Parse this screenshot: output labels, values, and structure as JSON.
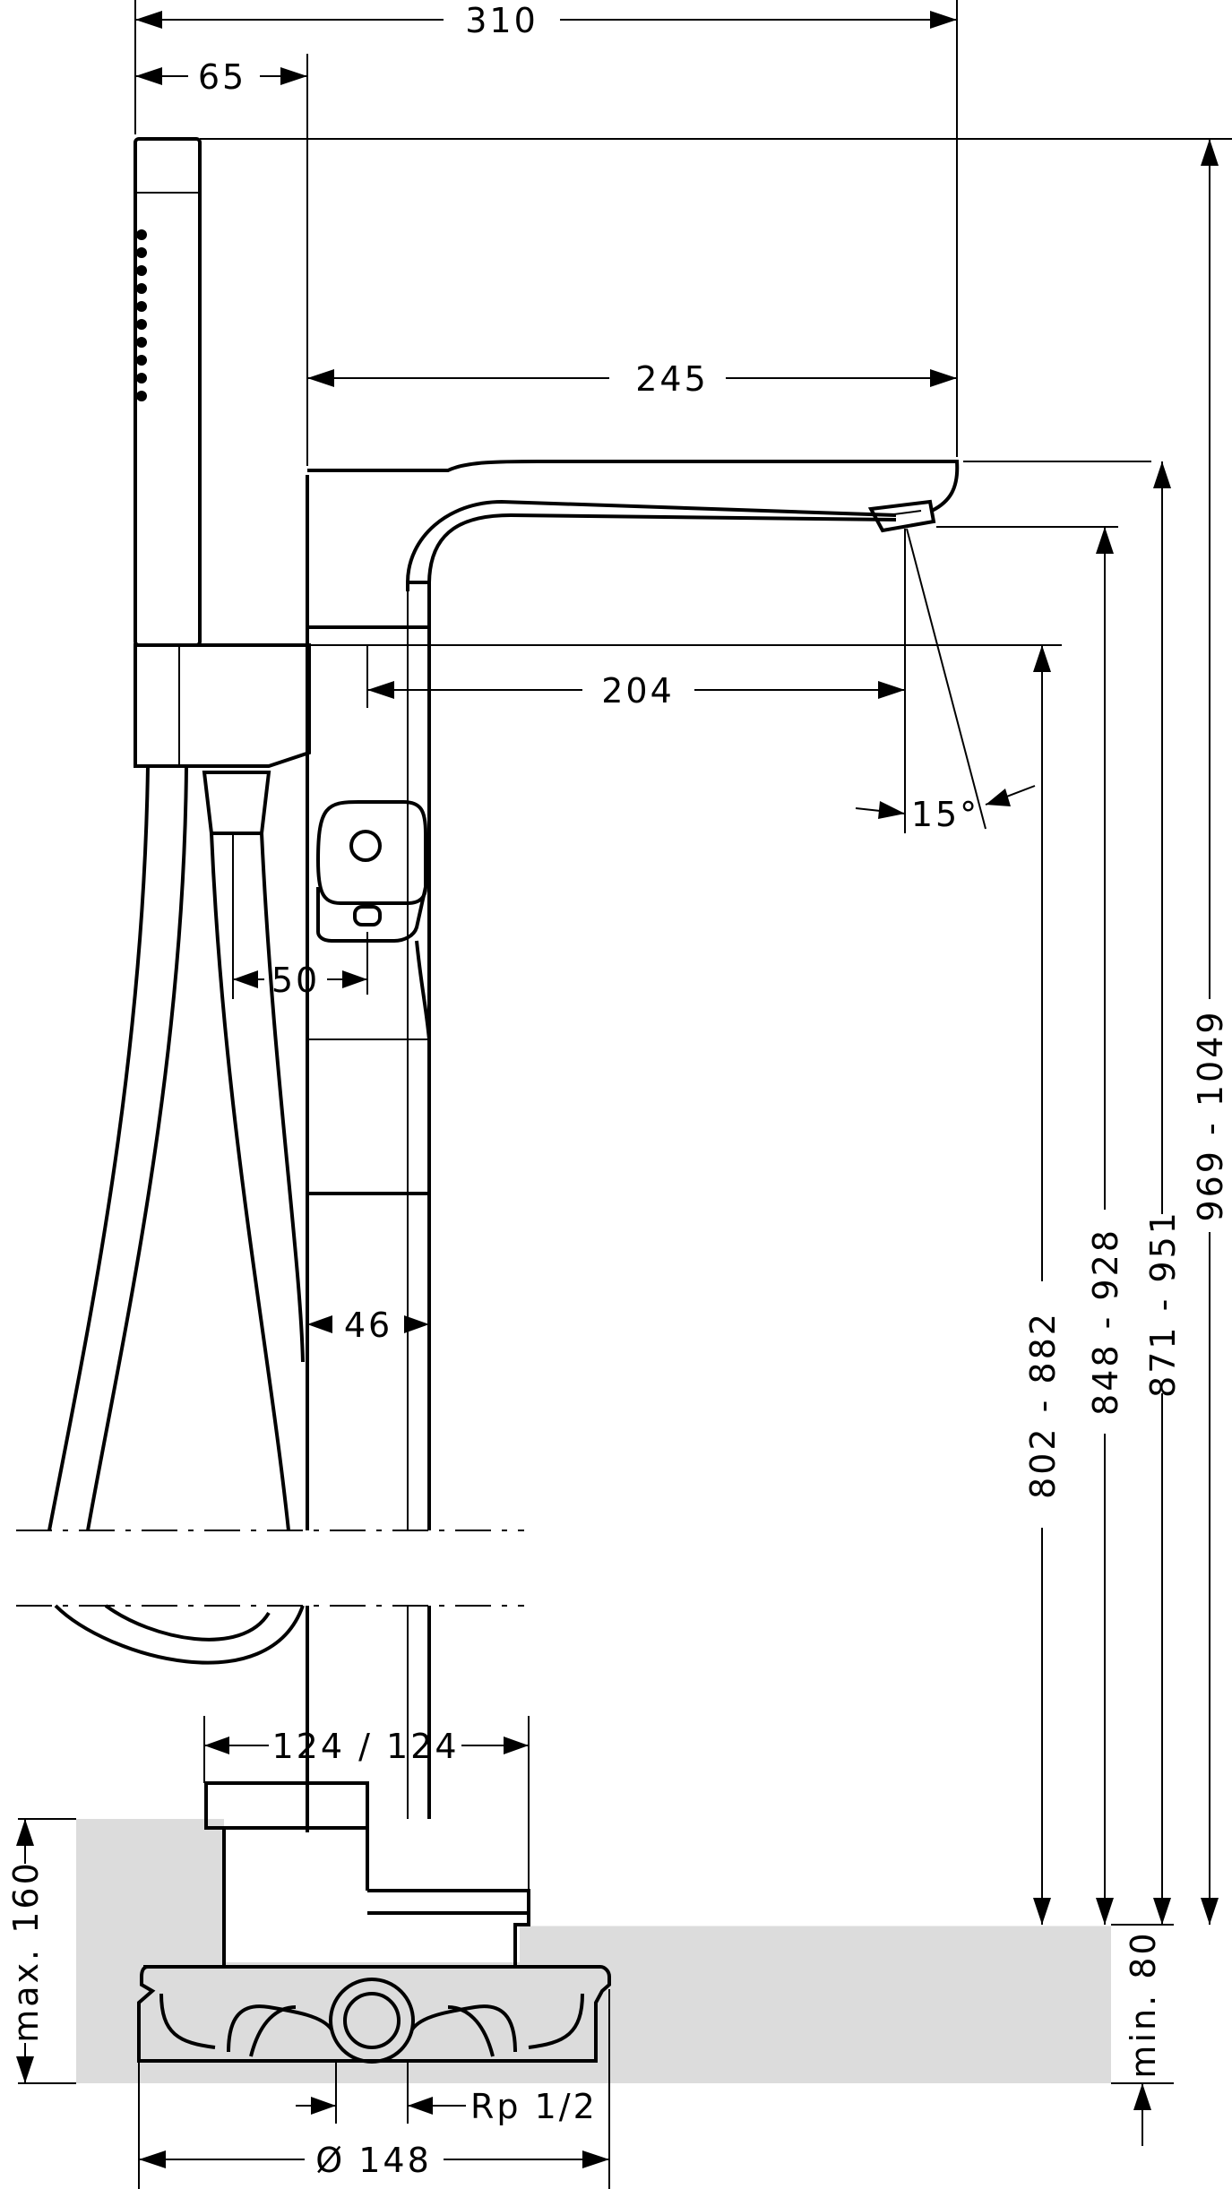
{
  "dimensions": {
    "overall_width": "310",
    "handshower_offset": "65",
    "spout_reach": "245",
    "outlet_reach": "204",
    "spray_angle": "15°",
    "handle_offset": "50",
    "column_width": "46",
    "base_spacing": "124 / 124",
    "height_outlet": "802 - 882",
    "height_aerator": "848 - 928",
    "height_spout_top": "871 - 951",
    "height_total": "969 - 1049",
    "max_depth": "max. 160",
    "min_depth": "min. 80",
    "thread": "Rp 1/2",
    "base_diameter": "Ø 148"
  },
  "colors": {
    "line": "#000000",
    "floor": "#dcdcdc",
    "background": "#ffffff"
  }
}
